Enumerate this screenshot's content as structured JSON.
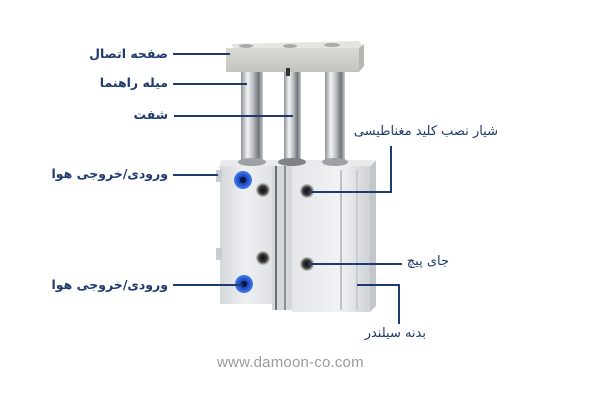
{
  "diagram": {
    "subject": "Guided pneumatic cylinder (compact guide cylinder)",
    "labels": {
      "connection_plate": "صفحه اتصال",
      "guide_rod": "میله راهنما",
      "shaft": "شفت",
      "air_port_top": "ورودی/خروجی هوا",
      "air_port_bottom": "ورودی/خروجی هوا",
      "magnetic_switch_slot": "شیار نصب کلید مغناطیسی",
      "screw_hole": "جای پیچ",
      "cylinder_body": "بدنه سیلندر"
    },
    "watermark": "www.damoon-co.com",
    "colors": {
      "label_text": "#1f3a6e",
      "leader_line": "#1f3a6e",
      "air_port_fitting": "#2a5fd8",
      "body_aluminum": "#e6e8ea",
      "watermark": "#9a9a9a"
    }
  }
}
